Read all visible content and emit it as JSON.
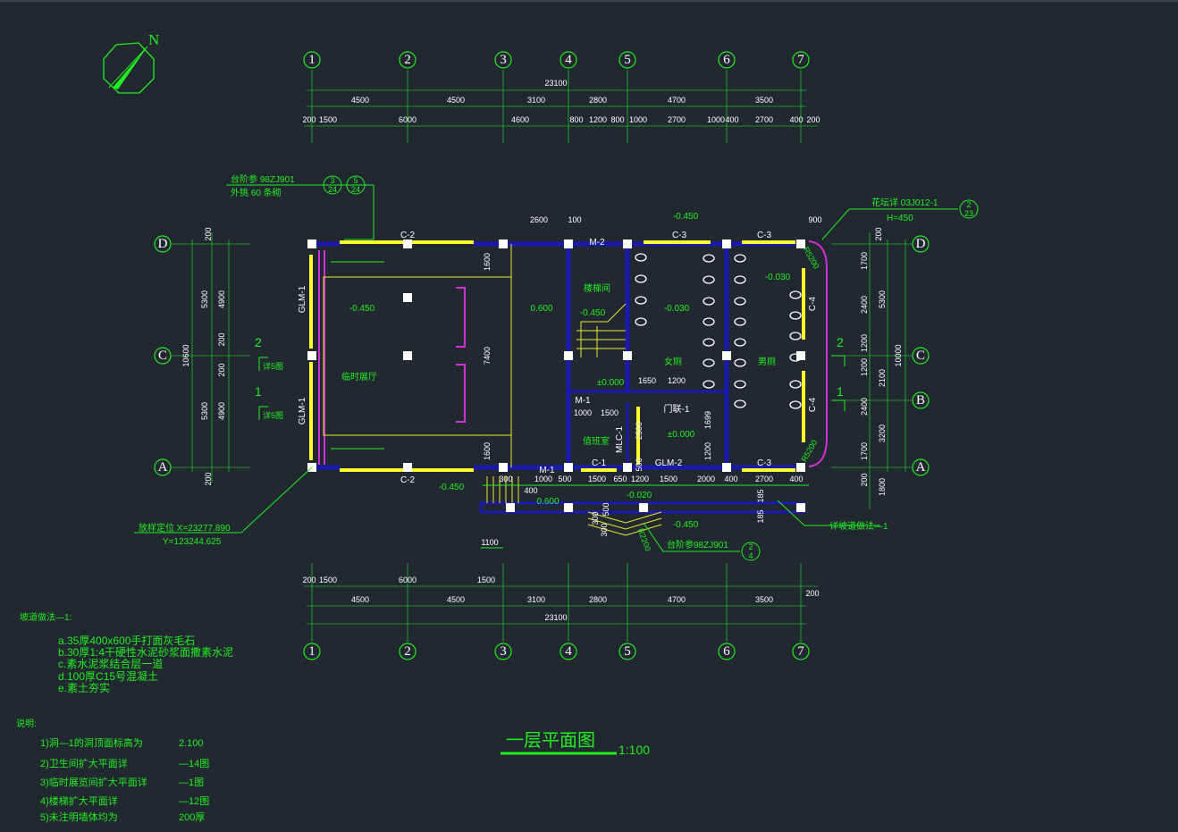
{
  "drawing": {
    "title": "一层平面图",
    "scale": "1:100",
    "north": "N",
    "colors": {
      "background": "#212830",
      "dim": "#22ee22",
      "window": "#ffff30",
      "wall": "#1a1ab0",
      "accent": "#d030d0"
    }
  },
  "axes": {
    "cols": [
      "1",
      "2",
      "3",
      "4",
      "5",
      "6",
      "7"
    ],
    "rows": [
      "D",
      "C",
      "B",
      "A"
    ]
  },
  "dims_top": {
    "total": "23100",
    "row1": [
      "4500",
      "4500",
      "3100",
      "2800",
      "4700",
      "3500"
    ],
    "row2": [
      "200",
      "1500",
      "6000",
      "4600",
      "800",
      "1200",
      "800",
      "1000",
      "2700",
      "1000",
      "400",
      "2700",
      "400",
      "200"
    ]
  },
  "dims_bottom": {
    "row0": [
      "200",
      "1500",
      "6000",
      "1500",
      "200"
    ],
    "row1": [
      "4500",
      "4500",
      "3100",
      "2800",
      "4700",
      "3500"
    ],
    "total": "23100"
  },
  "dims_left": [
    "200",
    "5300",
    "4900",
    "10600",
    "200",
    "200",
    "5300",
    "4900",
    "200"
  ],
  "dims_right": [
    "200",
    "1700",
    "5300",
    "2400",
    "1200",
    "10000",
    "1200",
    "2100",
    "2400",
    "3200",
    "1700",
    "200",
    "1800"
  ],
  "rooms": {
    "hall": "临时展厅",
    "stair": "楼梯间",
    "women": "女厕",
    "men": "男厕",
    "duty": "值班室"
  },
  "openings": {
    "c2_top": "C-2",
    "c2_bottom": "C-2",
    "c3_a": "C-3",
    "c3_b": "C-3",
    "c3_c": "C-3",
    "c4_a": "C-4",
    "c4_b": "C-4",
    "glm1_a": "GLM-1",
    "glm1_b": "GLM-1",
    "m2": "M-2",
    "m1_a": "M-1",
    "m1_b": "M-1",
    "c1": "C-1",
    "glm2": "GLM-2",
    "mlc1": "MLC-1",
    "ml1": "门联-1"
  },
  "elevations": [
    "-0.450",
    "0.600",
    "-0.450",
    "-0.030",
    "-0.030",
    "-0.450",
    "±0.000",
    "±0.000",
    "-0.450",
    "0.600",
    "-0.020",
    "-0.450"
  ],
  "inner_dims": {
    "d2600": "2600",
    "d100": "100",
    "d900": "900",
    "d1600a": "1600",
    "d7400": "7400",
    "d1600b": "1600",
    "d1650": "1650",
    "d1200": "1200",
    "d1000": "1000",
    "d1500": "1500",
    "d2500": "2500",
    "d1699": "1699",
    "d1200b": "1200",
    "front": [
      "300",
      "1000",
      "500",
      "1500",
      "650",
      "1200",
      "1500",
      "2000",
      "400",
      "2700",
      "400"
    ],
    "d400": "400",
    "d1100": "1100",
    "d185a": "185",
    "d185b": "185",
    "s300a": "300",
    "s300b": "300",
    "s500": "500",
    "r2200": "R2200",
    "r5200a": "R5200",
    "r5200b": "R5200",
    "d500v": "500"
  },
  "callouts": {
    "step_ref": "台阶参 98ZJ901",
    "step_note": "外挑 60 条砌",
    "ref3": "3",
    "ref3b": "24",
    "ref5": "5",
    "ref5b": "24",
    "planter_ref": "花坛详 03J012-1",
    "planter_h": "H=450",
    "ref2": "2",
    "ref2b": "23",
    "stair_ref": "台阶参98ZJ901",
    "ref24a": "2",
    "ref24b": "4",
    "ramp_ref": "详坡道做法—1",
    "loc_x": "放样定位 X=23277.890",
    "loc_y": "Y=123244.625",
    "sec2": "2",
    "sec1": "1",
    "sec2_ref": "详5图",
    "sec1_ref": "详5图",
    "rsec2": "2",
    "rsec1": "1"
  },
  "ramp_notes": {
    "heading": "坡道做法—1:",
    "items": [
      "a.35厚400x600手打面灰毛石",
      "b.30厚1:4干硬性水泥砂浆面撒素水泥",
      "c.素水泥浆结合层一道",
      "d.100厚C15号混凝土",
      "e.素土夯实"
    ]
  },
  "notes": {
    "heading": "说明:",
    "items": [
      {
        "text": "1)洞—1的洞顶面标高为",
        "value": "2.100"
      },
      {
        "text": "2)卫生间扩大平面详",
        "value": "—14图"
      },
      {
        "text": "3)临时展览间扩大平面详",
        "value": "—1图"
      },
      {
        "text": "4)楼梯扩大平面详",
        "value": "—12图"
      },
      {
        "text": "5)未注明墙体均为",
        "value": "200厚"
      }
    ]
  }
}
